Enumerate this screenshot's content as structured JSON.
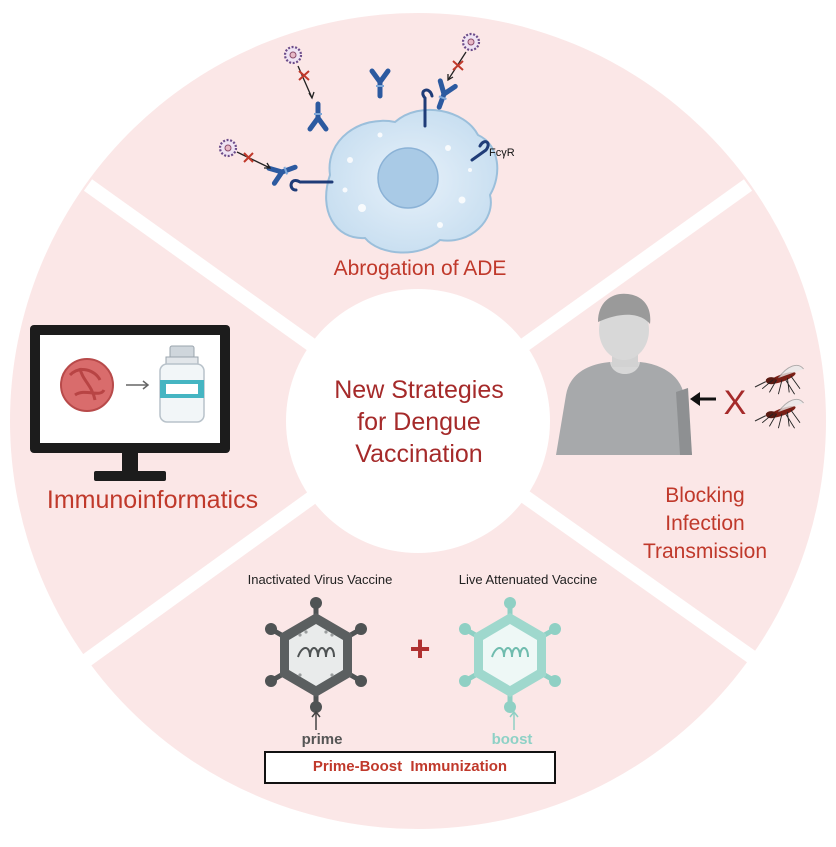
{
  "center": {
    "title_lines": [
      "New Strategies",
      "for Dengue",
      "Vaccination"
    ]
  },
  "segments": {
    "ade": {
      "label": "Abrogation of ADE",
      "receptor_label": "FcγR"
    },
    "immuno": {
      "label": "Immunoinformatics"
    },
    "blocking": {
      "label_lines": [
        "Blocking",
        "Infection",
        "Transmission"
      ]
    },
    "prime_boost": {
      "inactivated_label": "Inactivated Virus Vaccine",
      "live_label": "Live Attenuated Vaccine",
      "plus": "+",
      "prime": "prime",
      "boost": "boost",
      "box_label": "Prime-Boost  Immunization",
      "block_mark": "X"
    }
  },
  "colors": {
    "sector_fill": "#fbe7e7",
    "sector_gap": "#ffffff",
    "label_red": "#c0392b",
    "antibody_blue": "#2c5aa0",
    "cell_blue": "#cfe3f3",
    "virus_dark": "#5b5f60",
    "virus_teal": "#9fd8cd",
    "monitor": "#222222"
  }
}
